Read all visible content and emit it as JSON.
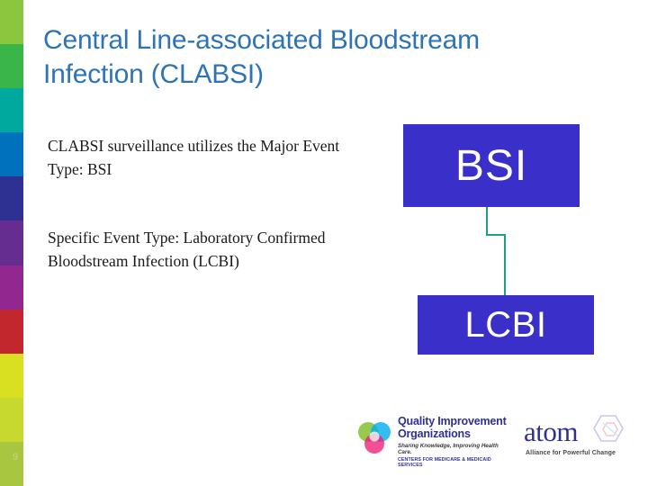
{
  "slide": {
    "title": "Central Line-associated Bloodstream Infection (CLABSI)",
    "page_number": "9",
    "title_color": "#2E74B5",
    "body": {
      "paragraph_1": "CLABSI surveillance utilizes the Major Event Type: BSI",
      "paragraph_2": "Specific Event Type: Laboratory Confirmed Bloodstream Infection (LCBI)"
    },
    "diagram": {
      "box_top_label": "BSI",
      "box_bottom_label": "LCBI",
      "box_color": "#3B2FC9",
      "connector_color": "#1F9E86"
    },
    "left_strip_colors": [
      "#8CC63F",
      "#39B54A",
      "#00A99D",
      "#0071BC",
      "#2E3192",
      "#662D91",
      "#92278F",
      "#C1272D",
      "#D9E021",
      "#C7D92E",
      "#A8C63F"
    ],
    "footer": {
      "qio": {
        "line1": "Quality Improvement",
        "line2": "Organizations",
        "tagline": "Sharing Knowledge, Improving Health Care.",
        "cms": "CENTERS FOR MEDICARE & MEDICAID SERVICES"
      },
      "atom": {
        "wordmark": "atom",
        "tagline": "Alliance for Powerful Change"
      }
    }
  }
}
